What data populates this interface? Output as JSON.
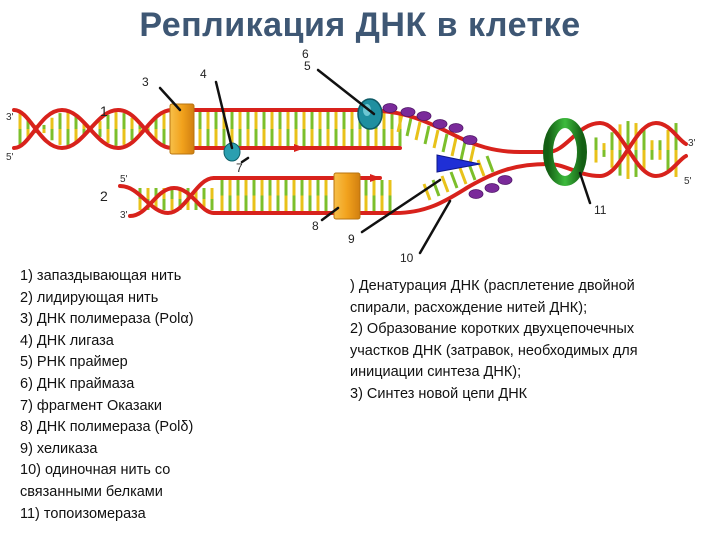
{
  "title": "Репликация ДНК в клетке",
  "colors": {
    "strand_red": "#d8221c",
    "rung_green": "#7cbf2b",
    "rung_yellow": "#e8c21a",
    "polymerase_orange": "#f2a21d",
    "primase_teal": "#1f8fa0",
    "helicase_blue": "#1f2fd6",
    "topoisomerase_green": "#2c9f2c",
    "ssb_purple": "#7a2a9a"
  },
  "diagram": {
    "number_labels": [
      "1",
      "2",
      "3",
      "4",
      "5",
      "6",
      "7",
      "8",
      "9",
      "10",
      "11"
    ],
    "end_labels": {
      "top_left_3": "3'",
      "top_left_5": "5'",
      "mid_left_5": "5'",
      "mid_left_3": "3'",
      "right_3": "3'",
      "right_5": "5'"
    }
  },
  "legend_left": [
    "1) запаздывающая нить",
    "2) лидирующая нить",
    "3) ДНК полимераза (Polα)",
    "4) ДНК лигаза",
    "5) РНК праймер",
    "6) ДНК праймаза",
    "7) фрагмент Оказаки",
    "8) ДНК полимераза (Polδ)",
    "9) хеликаза",
    "10) одиночная нить со\nсвязанными белками",
    "11) топоизомераза"
  ],
  "legend_right": [
    ") Денатурация ДНК (расплетение двойной спирали, расхождение нитей ДНК);",
    "2) Образование коротких двухцепочечных участков ДНК (затравок, необходимых для инициации синтеза ДНК);",
    "3) Синтез новой цепи ДНК"
  ]
}
